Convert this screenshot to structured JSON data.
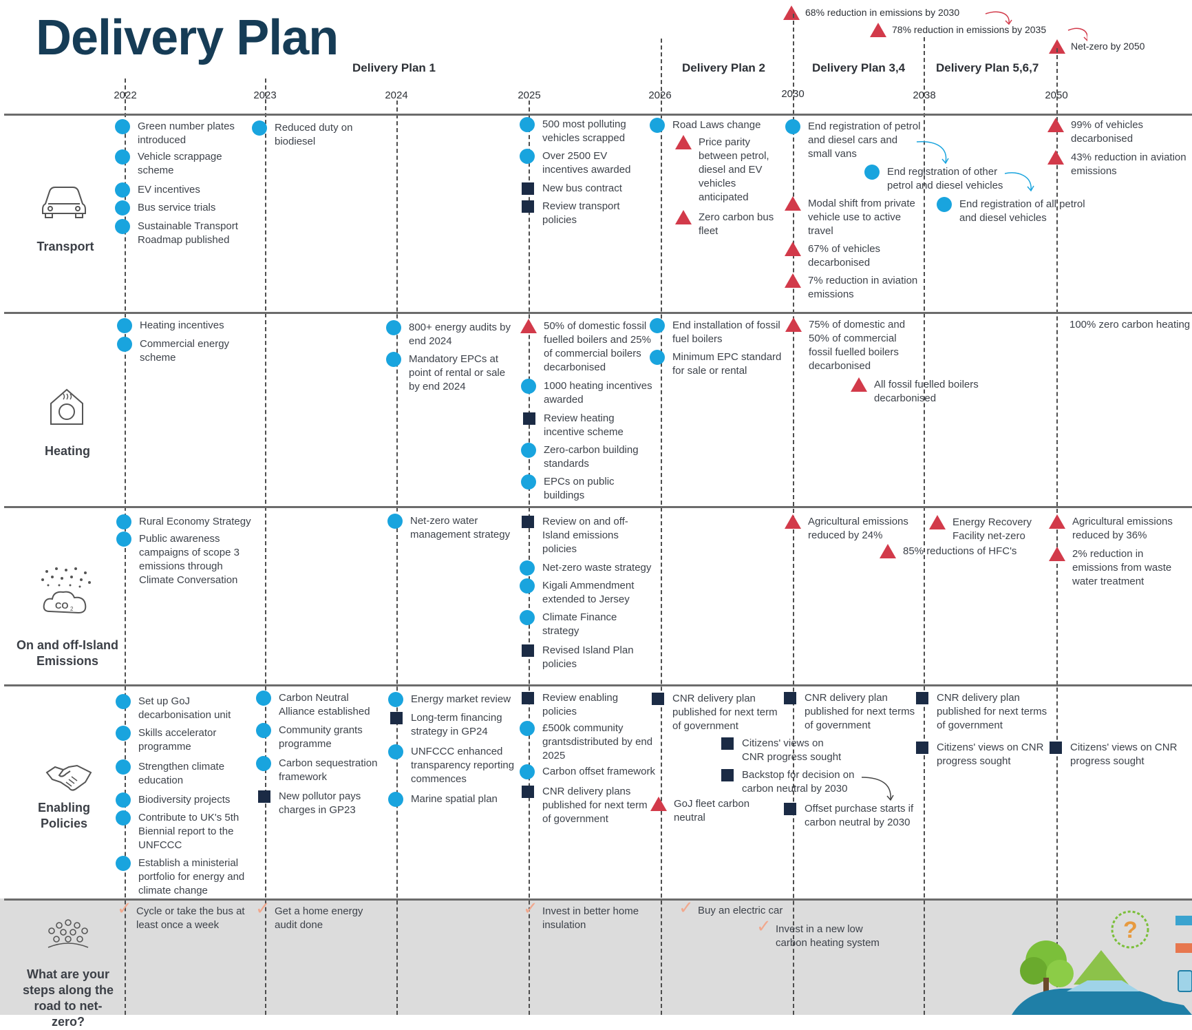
{
  "title": "Delivery Plan",
  "plans": [
    "Delivery Plan 1",
    "Delivery Plan 2",
    "Delivery Plan 3,4",
    "Delivery Plan 5,6,7"
  ],
  "years": [
    "2022",
    "2023",
    "2024",
    "2025",
    "2026",
    "2030",
    "2038",
    "2050"
  ],
  "milestones": [
    "68% reduction in emissions by 2030",
    "78% reduction in emissions by 2035",
    "Net-zero by 2050"
  ],
  "rows": {
    "transport": "Transport",
    "heating": "Heating",
    "emissions": "On and off-Island Emissions",
    "policies": "Enabling Policies",
    "steps": "What are your steps along the road to net-zero?"
  },
  "icons": [
    "car-icon",
    "house-heating-icon",
    "co2-cloud-icon",
    "handshake-icon",
    "people-icon",
    "tree-icon",
    "question-icon",
    "electric-car-icon"
  ],
  "legend_colors": {
    "action": "#19a4de",
    "review": "#1b2b45",
    "target": "#d23a4a",
    "step": "#f1a88d"
  },
  "items": {
    "t1": "Green number plates introduced",
    "t2": "Vehicle scrappage scheme",
    "t3": "EV incentives",
    "t4": "Bus service trials",
    "t5": "Sustainable Transport Roadmap published",
    "t6": "Reduced duty on biodiesel",
    "t7": "500 most polluting vehicles scrapped",
    "t8": "Over 2500 EV incentives awarded",
    "t9": "New bus contract",
    "t10": "Review transport policies",
    "t11": "Road Laws change",
    "t12": "Price parity between petrol, diesel and EV vehicles anticipated",
    "t13": "Zero carbon bus fleet",
    "t14": "End registration of petrol and diesel cars and small vans",
    "t15": "End registration of other petrol and diesel vehicles",
    "t16": "End registration of all petrol and diesel vehicles",
    "t17": "Modal shift from private vehicle use to active travel",
    "t18": "67% of vehicles decarbonised",
    "t19": "7% reduction in aviation emissions",
    "t20": "99% of vehicles decarbonised",
    "t21": "43% reduction in aviation emissions",
    "h1": "Heating incentives",
    "h2": "Commercial energy scheme",
    "h3": "800+ energy audits by end 2024",
    "h4": "Mandatory EPCs at point of rental or sale by end 2024",
    "h5": "50% of domestic fossil fuelled boilers and 25% of commercial boilers decarbonised",
    "h6": "1000 heating incentives awarded",
    "h7": "Review heating incentive scheme",
    "h8": "Zero-carbon building standards",
    "h9": "EPCs on public buildings",
    "h10": "End installation of fossil fuel boilers",
    "h11": "Minimum EPC standard for sale or rental",
    "h12": "75% of domestic and 50% of commercial fossil fuelled boilers decarbonised",
    "h13": "All fossil fuelled boilers decarbonised",
    "h14": "100% zero carbon heating",
    "e1": "Rural Economy Strategy",
    "e2": "Public awareness campaigns of scope 3 emissions through Climate Conversation",
    "e3": "Net-zero water management strategy",
    "e4": "Review on and off-Island emissions policies",
    "e5": "Net-zero waste strategy",
    "e6": "Kigali Ammendment extended to Jersey",
    "e7": "Climate Finance strategy",
    "e8": "Revised Island Plan policies",
    "e9": "Agricultural emissions reduced by 24%",
    "e10": "Energy Recovery Facility net-zero",
    "e11": "85% reductions of HFC's",
    "e12": "Agricultural emissions reduced by 36%",
    "e13": "2% reduction in emissions from waste water treatment",
    "p1": "Set up GoJ decarbonisation unit",
    "p2": "Skills accelerator programme",
    "p3": "Strengthen climate education",
    "p4": "Biodiversity projects",
    "p5": "Contribute to UK's 5th Biennial report to the UNFCCC",
    "p6": "Establish a ministerial portfolio for energy and climate change",
    "p7": "Carbon Neutral Alliance established",
    "p8": "Community grants programme",
    "p9": "Carbon sequestration framework",
    "p10": "New pollutor pays charges in GP23",
    "p11": "Energy market review",
    "p12": "Long-term financing strategy in GP24",
    "p13": "UNFCCC enhanced transparency reporting commences",
    "p14": "Marine spatial plan",
    "p15": "Review enabling policies",
    "p16": "£500k community grantsdistributed by end 2025",
    "p17": "Carbon offset framework",
    "p18": "CNR delivery plans published for next term of government",
    "p19": "CNR delivery plan published for next term of government",
    "p20": "GoJ fleet carbon neutral",
    "p21": "Citizens' views on CNR progress sought",
    "p22": "Backstop for decision on carbon neutral by 2030",
    "p23": "CNR delivery plan published for next terms of government",
    "p24": "Offset purchase starts if carbon neutral by 2030",
    "p25": "CNR delivery plan published for next terms of government",
    "p26": "Citizens' views on CNR progress sought",
    "p27": "Citizens' views on CNR progress sought",
    "s1": "Cycle or take the bus at least once a week",
    "s2": "Get a home energy audit done",
    "s3": "Invest in better home insulation",
    "s4": "Buy an electric car",
    "s5": "Invest in a new low carbon heating system"
  }
}
